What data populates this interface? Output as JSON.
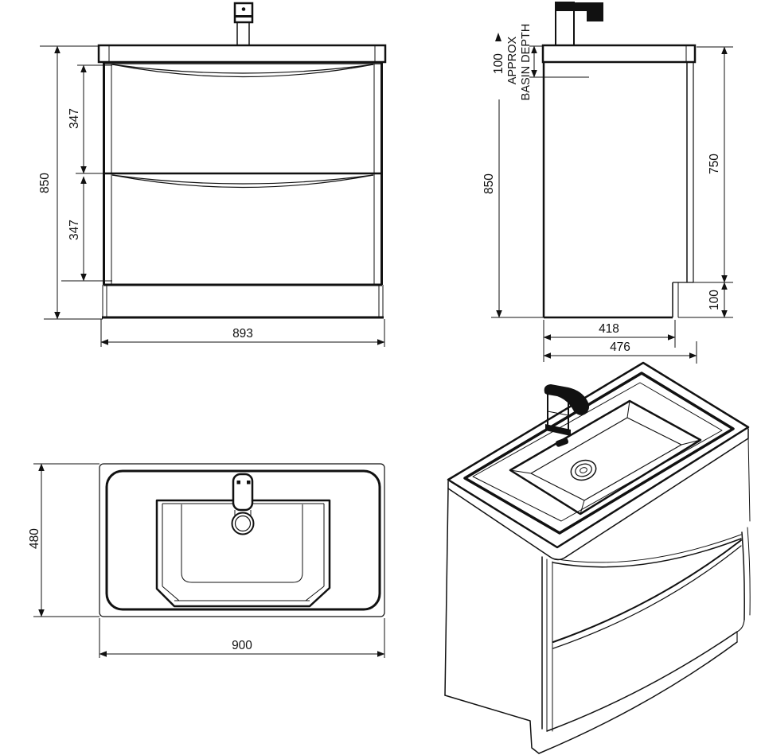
{
  "page": {
    "background": "#ffffff",
    "line_color": "#111111"
  },
  "views": {
    "front_elevation": {
      "dims": {
        "overall_height": "850",
        "top_drawer_height": "347",
        "bottom_drawer_height": "347",
        "overall_width": "893"
      }
    },
    "side_elevation": {
      "dims": {
        "overall_height": "850",
        "basin_depth": "100",
        "basin_depth_note_line1": "APPROX",
        "basin_depth_note_line2": "BASIN DEPTH",
        "unit_height": "750",
        "plinth_height": "100",
        "cabinet_depth": "418",
        "overall_depth": "476"
      }
    },
    "plan_view": {
      "dims": {
        "overall_depth": "480",
        "overall_width": "900"
      }
    }
  }
}
